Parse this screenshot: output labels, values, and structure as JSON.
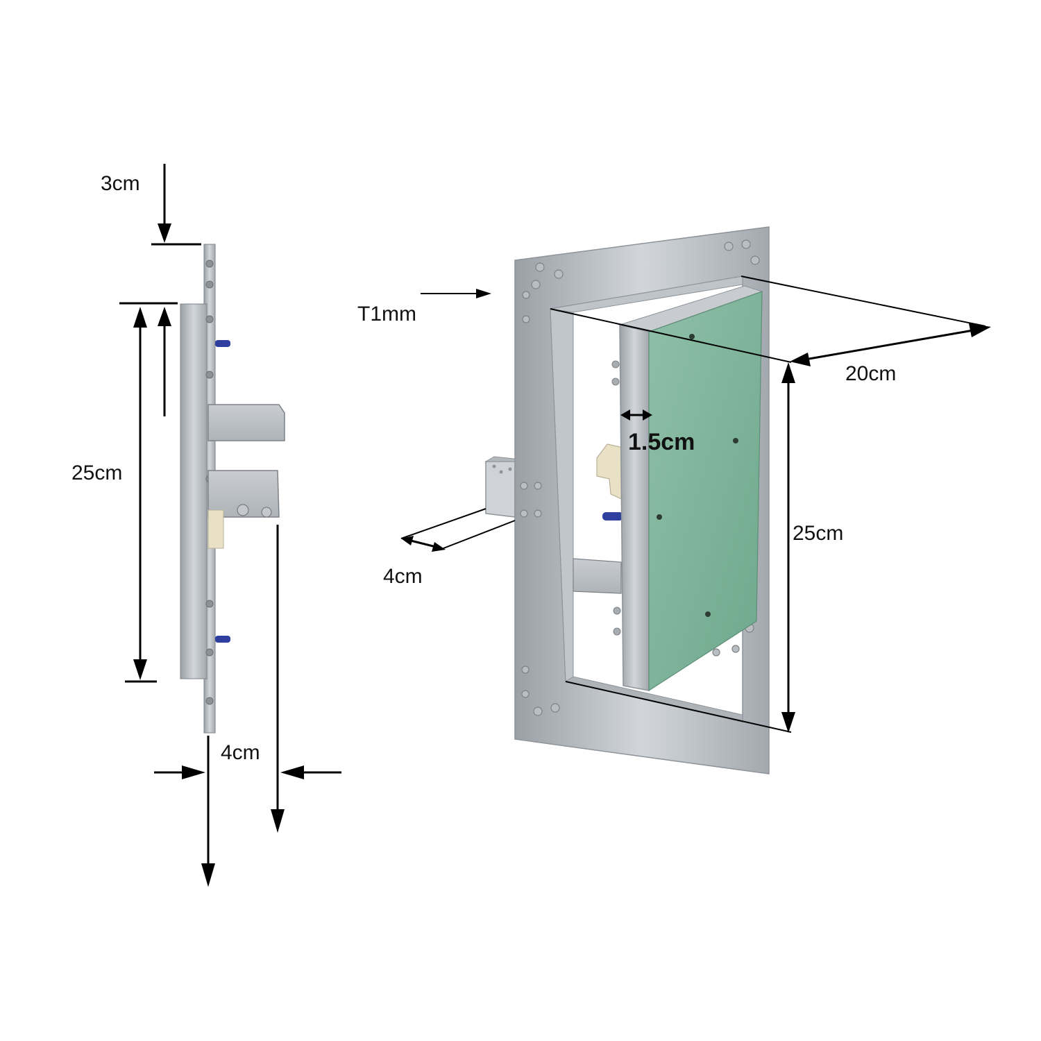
{
  "side_view": {
    "top_margin_label": "3cm",
    "height_label": "25cm",
    "depth_label": "4cm"
  },
  "perspective_view": {
    "thickness_label": "T1mm",
    "width_label": "20cm",
    "panel_depth_label": "1.5cm",
    "height_label": "25cm",
    "bracket_depth_label": "4cm"
  },
  "colors": {
    "aluminium": "#b9bec3",
    "aluminium_dark": "#8e949a",
    "gypsum_panel": "#7fb39a",
    "knob_blue": "#2f3fa0",
    "latch_cream": "#e9e1c6"
  }
}
